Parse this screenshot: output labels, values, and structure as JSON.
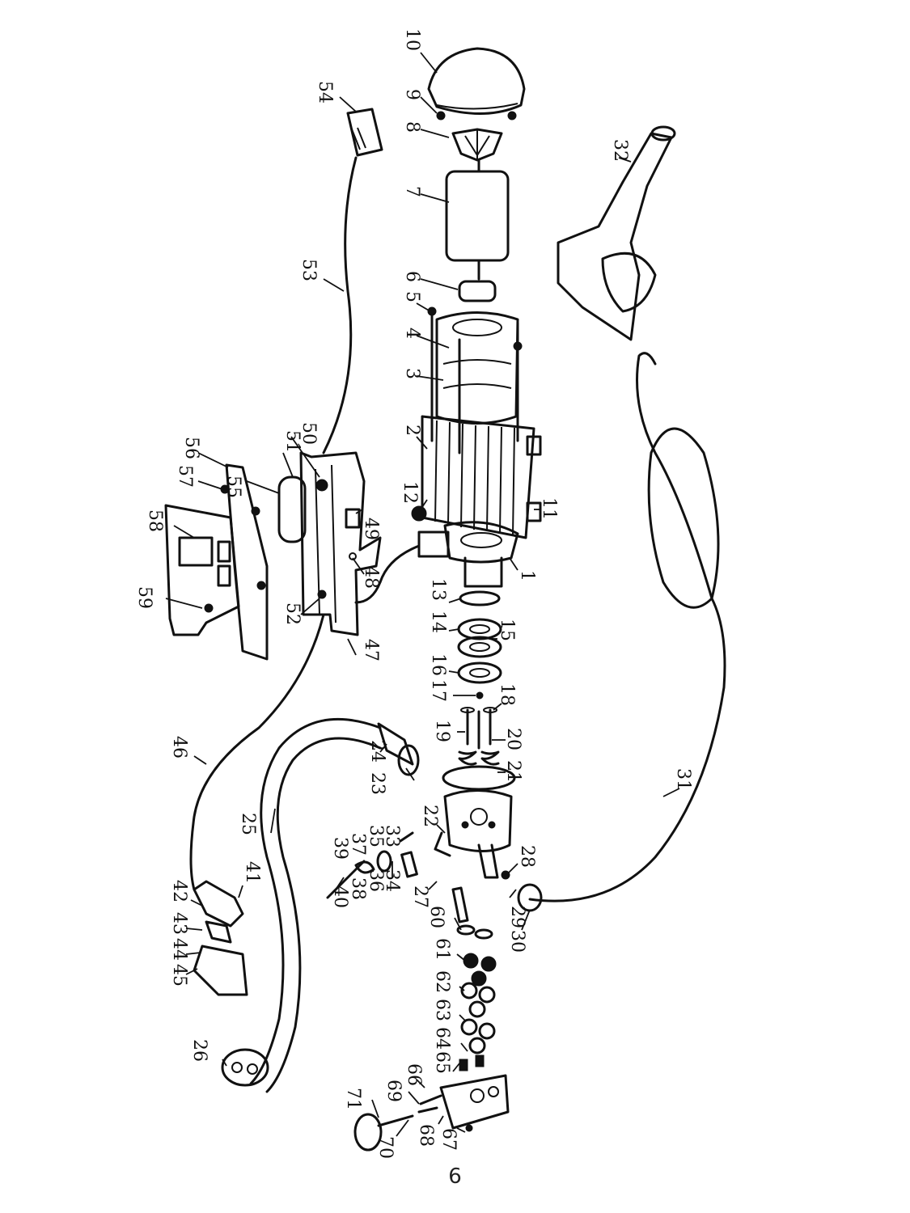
{
  "page_number": "6",
  "part_labels": [
    {
      "id": "1",
      "text": "1"
    },
    {
      "id": "2",
      "text": "2"
    },
    {
      "id": "3",
      "text": "3"
    },
    {
      "id": "4",
      "text": "4"
    },
    {
      "id": "5",
      "text": "5"
    },
    {
      "id": "6",
      "text": "6"
    },
    {
      "id": "7",
      "text": "7"
    },
    {
      "id": "8",
      "text": "8"
    },
    {
      "id": "9",
      "text": "9"
    },
    {
      "id": "10",
      "text": "10"
    },
    {
      "id": "11",
      "text": "11"
    },
    {
      "id": "12",
      "text": "12"
    },
    {
      "id": "13",
      "text": "13"
    },
    {
      "id": "14",
      "text": "14"
    },
    {
      "id": "15",
      "text": "15"
    },
    {
      "id": "16",
      "text": "16"
    },
    {
      "id": "17",
      "text": "17"
    },
    {
      "id": "18",
      "text": "18"
    },
    {
      "id": "19",
      "text": "19"
    },
    {
      "id": "20",
      "text": "20"
    },
    {
      "id": "21",
      "text": "21"
    },
    {
      "id": "22",
      "text": "22"
    },
    {
      "id": "23",
      "text": "23"
    },
    {
      "id": "24",
      "text": "24"
    },
    {
      "id": "25",
      "text": "25"
    },
    {
      "id": "26",
      "text": "26"
    },
    {
      "id": "27",
      "text": "27"
    },
    {
      "id": "28",
      "text": "28"
    },
    {
      "id": "29",
      "text": "29"
    },
    {
      "id": "30",
      "text": "30"
    },
    {
      "id": "31",
      "text": "31"
    },
    {
      "id": "32",
      "text": "32"
    },
    {
      "id": "33",
      "text": "33"
    },
    {
      "id": "34",
      "text": "34"
    },
    {
      "id": "35",
      "text": "35"
    },
    {
      "id": "36",
      "text": "36"
    },
    {
      "id": "37",
      "text": "37"
    },
    {
      "id": "38",
      "text": "38"
    },
    {
      "id": "39",
      "text": "39"
    },
    {
      "id": "40",
      "text": "40"
    },
    {
      "id": "41",
      "text": "41"
    },
    {
      "id": "42",
      "text": "42"
    },
    {
      "id": "43",
      "text": "43"
    },
    {
      "id": "44",
      "text": "44"
    },
    {
      "id": "45",
      "text": "45"
    },
    {
      "id": "46",
      "text": "46"
    },
    {
      "id": "47",
      "text": "47"
    },
    {
      "id": "48",
      "text": "48"
    },
    {
      "id": "49",
      "text": "49"
    },
    {
      "id": "50",
      "text": "50"
    },
    {
      "id": "51",
      "text": "51"
    },
    {
      "id": "52",
      "text": "52"
    },
    {
      "id": "53",
      "text": "53"
    },
    {
      "id": "54",
      "text": "54"
    },
    {
      "id": "55",
      "text": "55"
    },
    {
      "id": "56",
      "text": "56"
    },
    {
      "id": "57",
      "text": "57"
    },
    {
      "id": "58",
      "text": "58"
    },
    {
      "id": "59",
      "text": "59"
    },
    {
      "id": "60",
      "text": "60"
    },
    {
      "id": "61",
      "text": "61"
    },
    {
      "id": "62",
      "text": "62"
    },
    {
      "id": "63",
      "text": "63"
    },
    {
      "id": "64",
      "text": "64"
    },
    {
      "id": "65",
      "text": "65"
    },
    {
      "id": "66",
      "text": "66"
    },
    {
      "id": "67",
      "text": "67"
    },
    {
      "id": "68",
      "text": "68"
    },
    {
      "id": "69",
      "text": "69"
    },
    {
      "id": "70",
      "text": "70"
    },
    {
      "id": "71",
      "text": "71"
    }
  ]
}
